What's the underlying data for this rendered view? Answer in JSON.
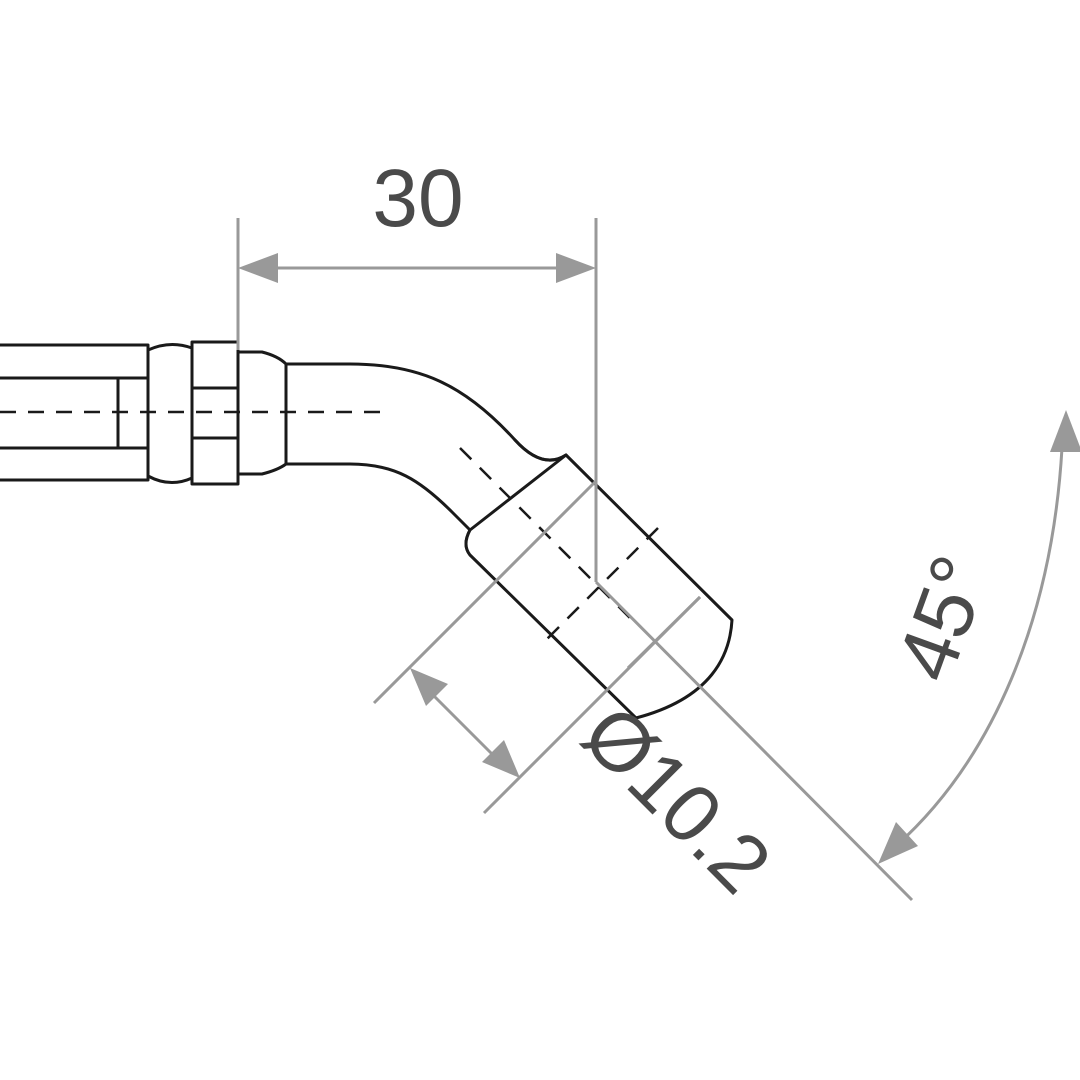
{
  "drawing": {
    "dimension_length": "30",
    "dimension_diameter": "Ø10.2",
    "dimension_angle": "45°"
  },
  "colors": {
    "outline": "#1a1a1a",
    "dimension_line": "#999999",
    "dimension_text": "#4a4a4a"
  }
}
